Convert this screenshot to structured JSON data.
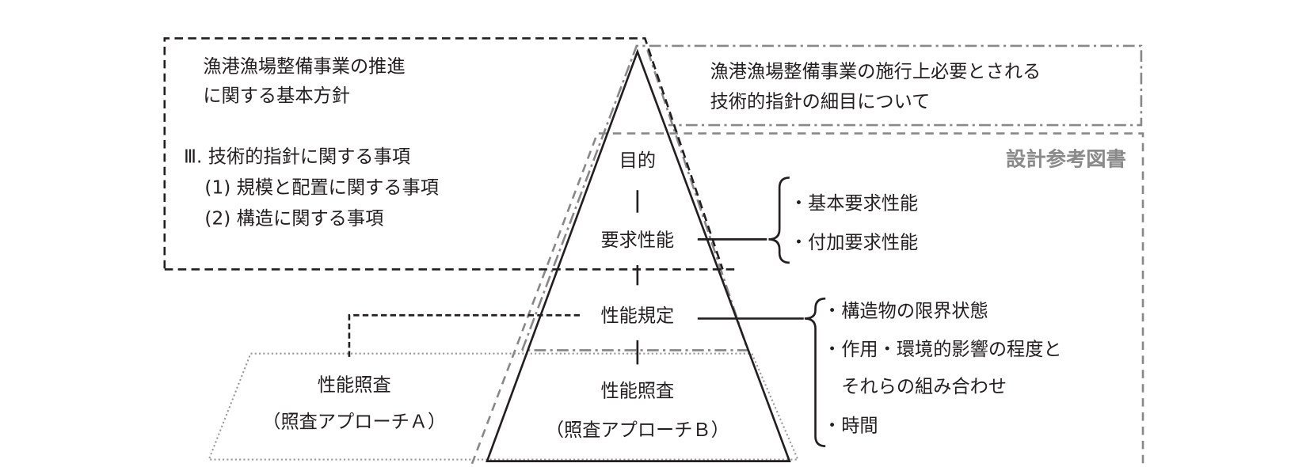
{
  "basic_policy": {
    "title_line1": "漁港漁場整備事業の推進",
    "title_line2": "に関する基本方針",
    "section": "Ⅲ.  技術的指針に関する事項",
    "item1": "(1)  規模と配置に関する事項",
    "item2": "(2)  構造に関する事項"
  },
  "technical_details": {
    "line1": "漁港漁場整備事業の施行上必要とされる",
    "line2": "技術的指針の細目について"
  },
  "design_reference": "設計参考図書",
  "pyramid": {
    "level1": "目的",
    "level2": "要求性能",
    "level3": "性能規定",
    "level4": "性能照査",
    "level4_sub": "（照査アプローチＢ）"
  },
  "approach_a": {
    "label": "性能照査",
    "sub": "（照査アプローチＡ）"
  },
  "required_performance_items": [
    "・基本要求性能",
    "・付加要求性能"
  ],
  "performance_spec_items": [
    "・構造物の限界状態",
    "・作用・環境的影響の程度と",
    "　それらの組み合わせ",
    "・時間"
  ]
}
